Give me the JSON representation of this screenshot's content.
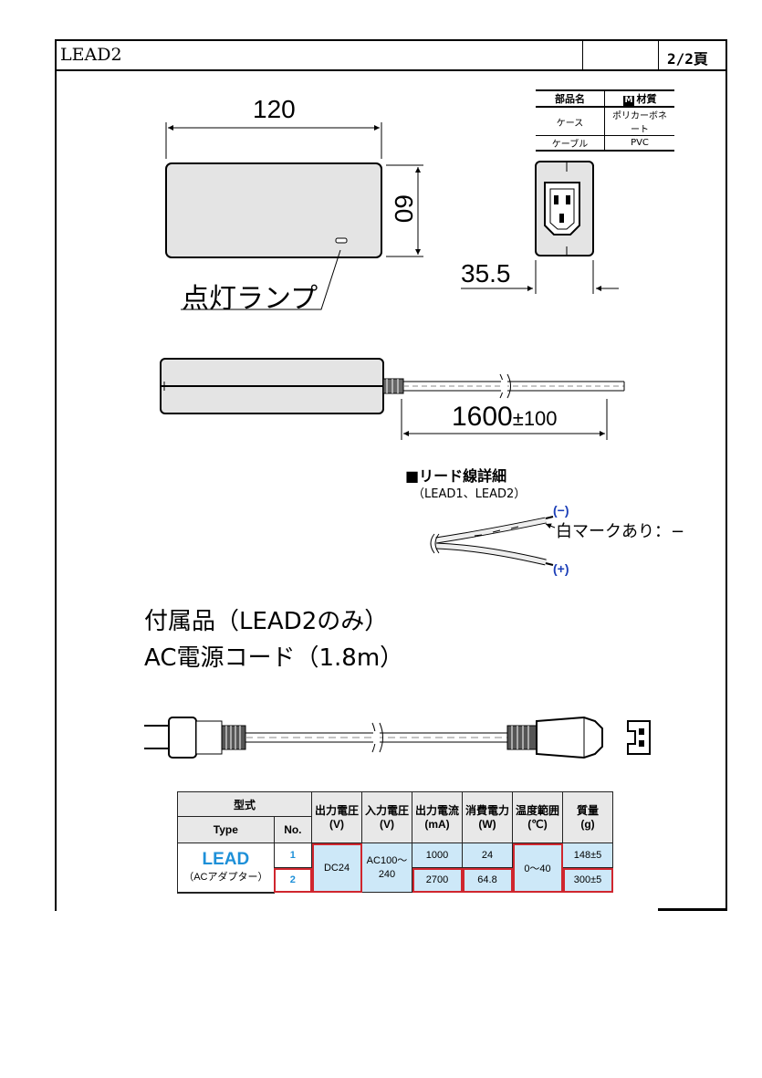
{
  "header": {
    "title": "LEAD2",
    "page": "2/2頁"
  },
  "material_table": {
    "head_part": "部品名",
    "head_mark": "M",
    "head_material": "材質",
    "rows": [
      {
        "part": "ケース",
        "material": "ポリカーボネート"
      },
      {
        "part": "ケーブル",
        "material": "PVC"
      }
    ]
  },
  "drawing": {
    "width": "120",
    "height": "60",
    "depth": "35.5",
    "lamp_label": "点灯ランプ",
    "cable_length": "1600",
    "cable_tolerance": "±100"
  },
  "lead_detail": {
    "title": "■リード線詳細",
    "subtitle": "（LEAD1、LEAD2）",
    "minus_label": "(−)",
    "plus_label": "(+)",
    "mark_note": "白マークあり：−"
  },
  "accessory": {
    "line1": "付属品（LEAD2のみ）",
    "line2": "AC電源コード（1.8m）"
  },
  "spec_table": {
    "group_header": "型式",
    "type_header": "Type",
    "no_header": "No.",
    "columns": [
      {
        "line1": "出力電圧",
        "line2": "(V)"
      },
      {
        "line1": "入力電圧",
        "line2": "(V)"
      },
      {
        "line1": "出力電流",
        "line2": "(mA)"
      },
      {
        "line1": "消費電力",
        "line2": "(W)"
      },
      {
        "line1": "温度範囲",
        "line2": "(℃)"
      },
      {
        "line1": "質量",
        "line2": "(g)"
      }
    ],
    "type_name": "LEAD",
    "type_sub": "（ACアダプター）",
    "output_voltage": "DC24",
    "input_voltage_1": "AC100〜",
    "input_voltage_2": "240",
    "temp_range": "0〜40",
    "rows": [
      {
        "no": "1",
        "current": "1000",
        "power": "24",
        "mass": "148±5"
      },
      {
        "no": "2",
        "current": "2700",
        "power": "64.8",
        "mass": "300±5"
      }
    ]
  }
}
